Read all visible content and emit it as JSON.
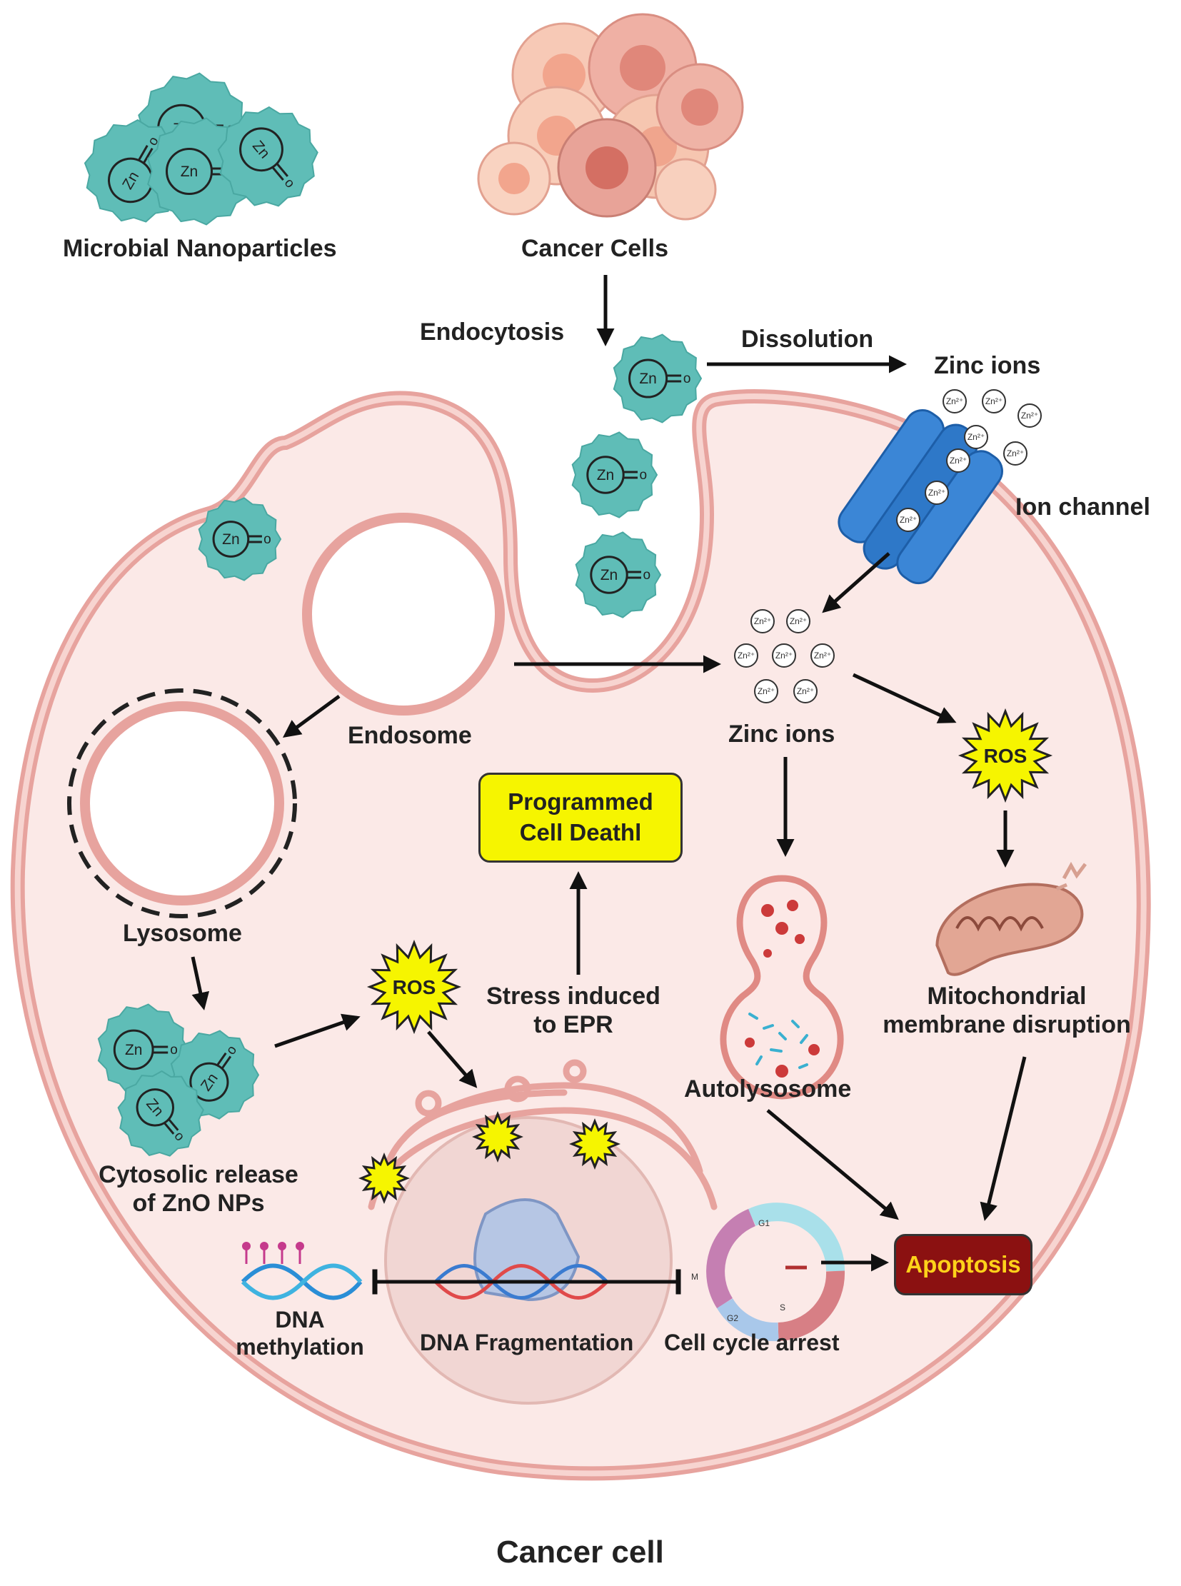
{
  "labels": {
    "microbial_nanoparticles": "Microbial Nanoparticles",
    "cancer_cells": "Cancer Cells",
    "endocytosis": "Endocytosis",
    "dissolution": "Dissolution",
    "zinc_ions_top": "Zinc ions",
    "ion_channel": "Ion channel",
    "endosome": "Endosome",
    "zinc_ions_mid": "Zinc ions",
    "lysosome": "Lysosome",
    "cytosolic_release_line1": "Cytosolic release",
    "cytosolic_release_line2": "of ZnO NPs",
    "stress_line1": "Stress induced",
    "stress_line2": "to EPR",
    "autolysosome": "Autolysosome",
    "mito_line1": "Mitochondrial",
    "mito_line2": "membrane disruption",
    "dna_methylation_line1": "DNA",
    "dna_methylation_line2": "methylation",
    "dna_fragmentation": "DNA Fragmentation",
    "cell_cycle_arrest": "Cell cycle arrest",
    "cancer_cell": "Cancer cell"
  },
  "boxes": {
    "programmed_line1": "Programmed",
    "programmed_line2": "Cell Deathl",
    "apoptosis": "Apoptosis"
  },
  "ros": {
    "label": "ROS"
  },
  "particle": {
    "zn": "Zn",
    "o": "o"
  },
  "ion": {
    "label": "Zn²⁺"
  },
  "cell_cycle": {
    "g1": "G1",
    "s": "S",
    "g2": "G2",
    "m": "M"
  },
  "colors": {
    "nanoparticle": "#5fbdb7",
    "membrane": "#e8a5a0",
    "cytoplasm": "#fbe9e7",
    "ion_channel": "#3b86d6",
    "ros": "#f6f500",
    "programmed_box": "#f6f500",
    "apoptosis_box": "#8b1111",
    "apoptosis_text": "#ffd21a"
  }
}
